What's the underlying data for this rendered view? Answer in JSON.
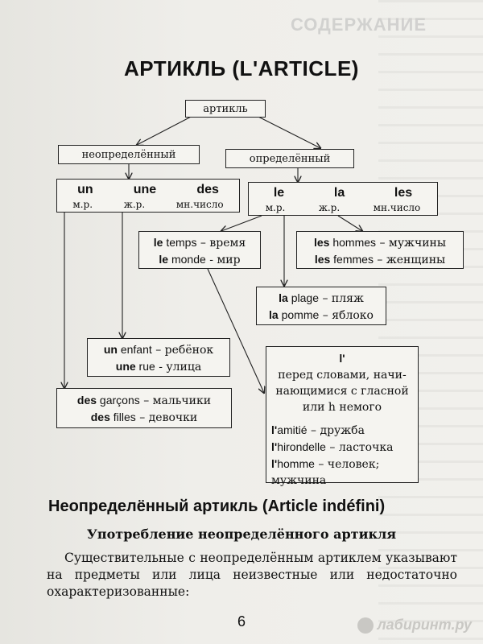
{
  "bleed": {
    "title": "СОДЕРЖАНИЕ"
  },
  "title": "АРТИКЛЬ (L'ARTICLE)",
  "root": "артикль",
  "indef_label": "неопределённый",
  "def_label": "определённый",
  "indef_articles": {
    "un": "un",
    "une": "une",
    "des": "des",
    "mr": "м.р.",
    "zhr": "ж.р.",
    "mn": "мн.число"
  },
  "def_articles": {
    "le": "le",
    "la": "la",
    "les": "les",
    "mr": "м.р.",
    "zhr": "ж.р.",
    "mn": "мн.число"
  },
  "ex_le": [
    {
      "art": "le",
      "word": " temps",
      "tr": " – время"
    },
    {
      "art": "le",
      "word": " monde",
      "tr": " - мир"
    }
  ],
  "ex_les": [
    {
      "art": "les",
      "word": " hommes",
      "tr": " – мужчины"
    },
    {
      "art": "les",
      "word": " femmes",
      "tr": " – женщины"
    }
  ],
  "ex_la": [
    {
      "art": "la",
      "word": " plage",
      "tr": " – пляж"
    },
    {
      "art": "la",
      "word": " pomme",
      "tr": " – яблоко"
    }
  ],
  "ex_un": [
    {
      "art": "un",
      "word": " enfant",
      "tr": " – ребёнок"
    },
    {
      "art": "une",
      "word": " rue",
      "tr": " - улица"
    }
  ],
  "ex_des": [
    {
      "art": "des",
      "word": " garçons",
      "tr": " – мальчики"
    },
    {
      "art": "des",
      "word": " filles",
      "tr": " – девочки"
    }
  ],
  "elision": {
    "art": "l'",
    "note": [
      "перед словами, начи-",
      "нающимися с гласной",
      "или h немого"
    ],
    "examples": [
      {
        "art": "l'",
        "word": "amitié",
        "tr": " – дружба"
      },
      {
        "art": "l'",
        "word": "hirondelle",
        "tr": " – ласточка"
      },
      {
        "art": "l'",
        "word": "homme",
        "tr": " – человек;"
      }
    ],
    "extra": "мужчина"
  },
  "section_title": "Неопределённый артикль (Article indéfini)",
  "subsection_title": "Употребление неопределённого артикля",
  "paragraph": "Существительные с неопределённым артиклем указывают на предметы или лица неизвестные или недостаточно охарактеризованные:",
  "page_number": "6",
  "watermark": "лабиринт.ру"
}
